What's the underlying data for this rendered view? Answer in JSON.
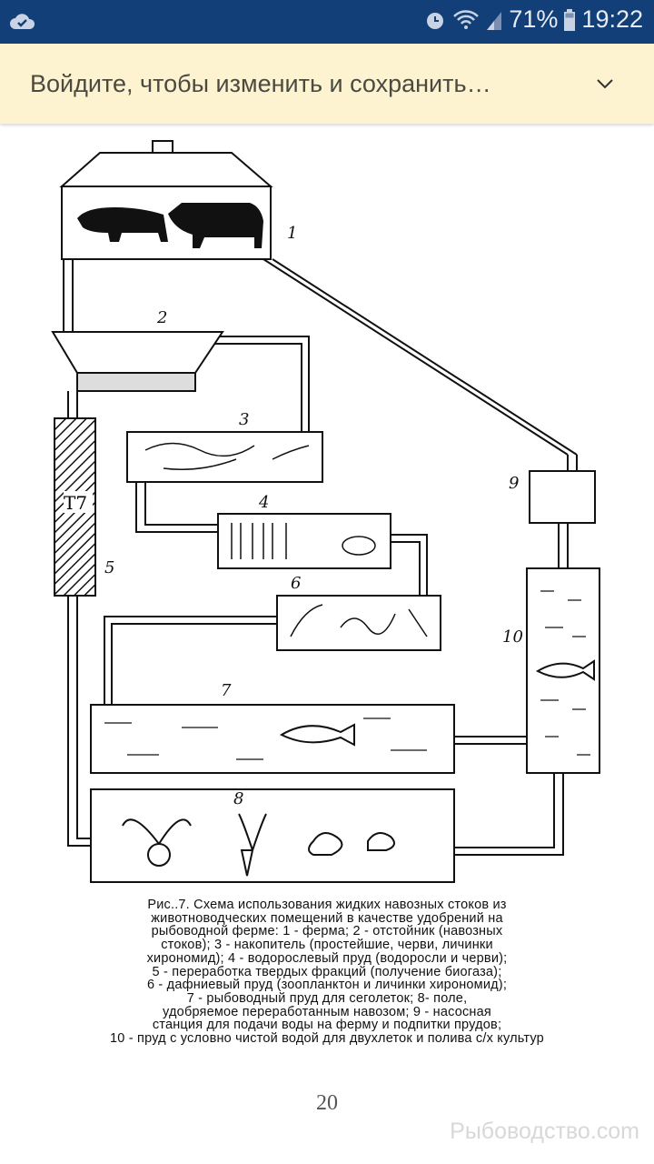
{
  "status_bar": {
    "battery": "71%",
    "time": "19:22"
  },
  "banner": {
    "text": "Войдите, чтобы изменить и сохранить…"
  },
  "diagram": {
    "labels": [
      "1",
      "2",
      "3",
      "4",
      "5",
      "6",
      "7",
      "8",
      "9",
      "10"
    ],
    "column_text": "Т7"
  },
  "caption": [
    "Рис..7. Схема использования жидких навозных стоков из",
    "животноводческих помещений в качестве удобрений на",
    "рыбоводной ферме: 1 - ферма; 2 - отстойник (навозных",
    "стоков); 3 - накопитель (простейшие, черви, личинки",
    "хирономид); 4 - водорослевый пруд (водоросли и черви);",
    "5 - переработка твердых фракций (получение биогаза);",
    "6 - дафниевый пруд (зоопланктон и личинки хирономид);",
    "7 - рыбоводный пруд для сеголеток; 8- поле,",
    "удобряемое переработанным навозом; 9 - насосная",
    "станция для подачи воды на ферму и подпитки прудов;",
    "10 - пруд с условно чистой водой для двухлеток и полива с/х культур"
  ],
  "page_number": "20",
  "watermark": "Рыбоводство.com"
}
